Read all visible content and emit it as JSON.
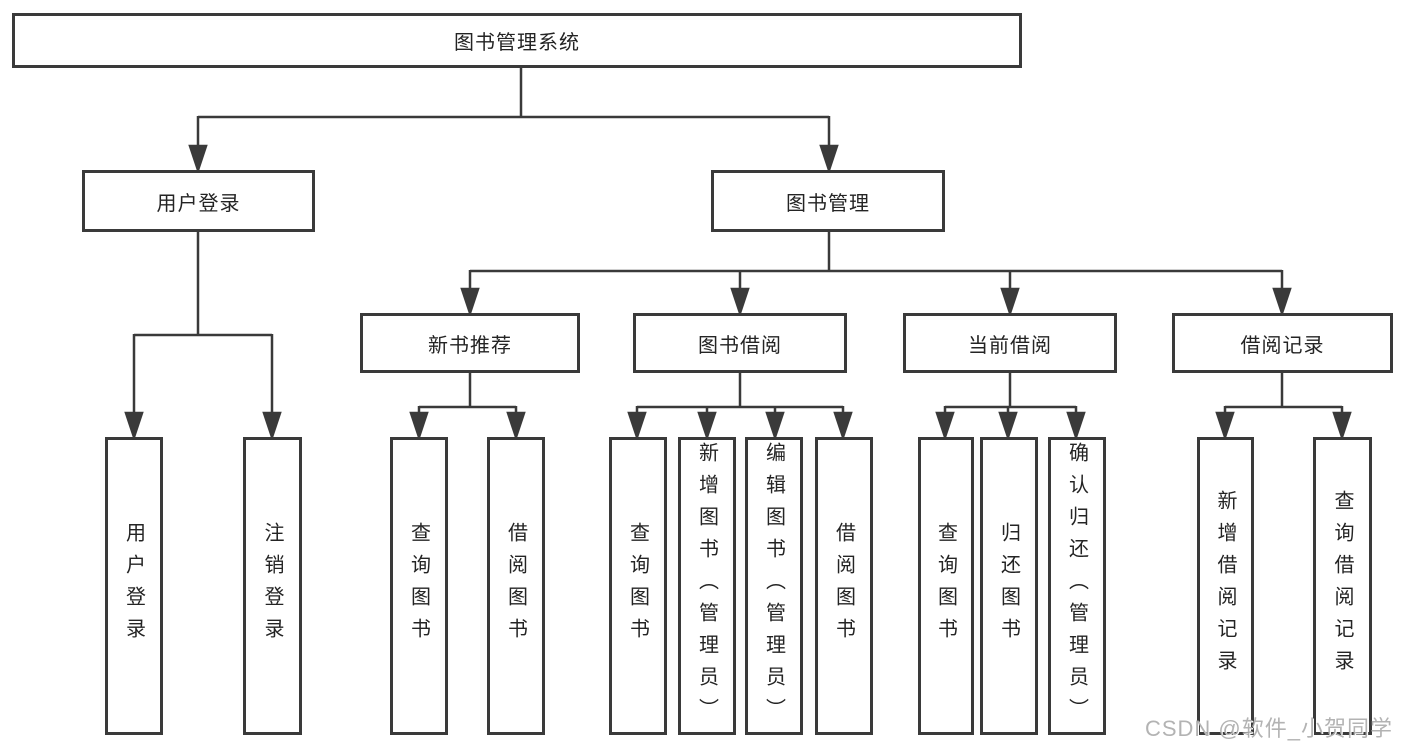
{
  "tree": {
    "root": {
      "label": "图书管理系统"
    },
    "branches": [
      {
        "label": "用户登录",
        "children": [
          {
            "label": "用户登录"
          },
          {
            "label": "注销登录"
          }
        ]
      },
      {
        "label": "图书管理",
        "children": [
          {
            "label": "新书推荐",
            "children": [
              {
                "label": "查询图书"
              },
              {
                "label": "借阅图书"
              }
            ]
          },
          {
            "label": "图书借阅",
            "children": [
              {
                "label": "查询图书"
              },
              {
                "label": "新增图书（管理员）"
              },
              {
                "label": "编辑图书（管理员）"
              },
              {
                "label": "借阅图书"
              }
            ]
          },
          {
            "label": "当前借阅",
            "children": [
              {
                "label": "查询图书"
              },
              {
                "label": "归还图书"
              },
              {
                "label": "确认归还（管理员）"
              }
            ]
          },
          {
            "label": "借阅记录",
            "children": [
              {
                "label": "新增借阅记录"
              },
              {
                "label": "查询借阅记录"
              }
            ]
          }
        ]
      }
    ]
  },
  "watermark": "CSDN @软件_小贺同学",
  "colors": {
    "line": "#3a3a3a",
    "text": "#242424",
    "watermark": "#a8a8a8",
    "background": "#ffffff"
  }
}
